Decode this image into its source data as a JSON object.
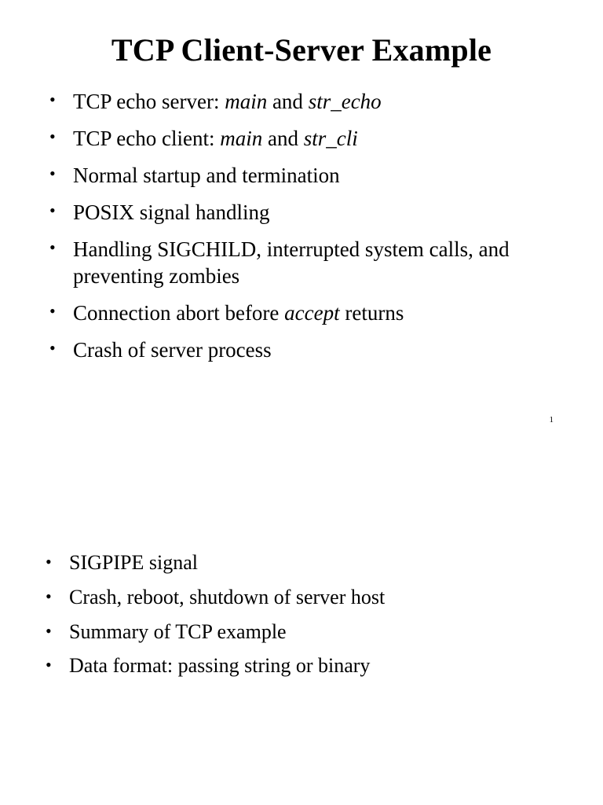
{
  "slide": {
    "title": "TCP Client-Server Example",
    "page_number": "1",
    "bullets_top": [
      {
        "segments": [
          {
            "text": "TCP echo server: ",
            "style": "normal"
          },
          {
            "text": "main",
            "style": "italic"
          },
          {
            "text": " and ",
            "style": "normal"
          },
          {
            "text": "str_echo",
            "style": "italic"
          }
        ]
      },
      {
        "segments": [
          {
            "text": "TCP echo client: ",
            "style": "normal"
          },
          {
            "text": "main",
            "style": "italic"
          },
          {
            "text": " and ",
            "style": "normal"
          },
          {
            "text": "str_cli",
            "style": "italic"
          }
        ]
      },
      {
        "segments": [
          {
            "text": "Normal startup and termination",
            "style": "normal"
          }
        ]
      },
      {
        "segments": [
          {
            "text": "POSIX signal handling",
            "style": "normal"
          }
        ]
      },
      {
        "segments": [
          {
            "text": "Handling SIGCHILD, interrupted system calls, and preventing zombies",
            "style": "normal"
          }
        ]
      },
      {
        "segments": [
          {
            "text": "Connection abort before ",
            "style": "normal"
          },
          {
            "text": "accept",
            "style": "italic"
          },
          {
            "text": " returns",
            "style": "normal"
          }
        ]
      },
      {
        "segments": [
          {
            "text": "Crash of server process",
            "style": "normal"
          }
        ]
      }
    ],
    "bullets_bottom": [
      {
        "segments": [
          {
            "text": "SIGPIPE signal",
            "style": "normal"
          }
        ]
      },
      {
        "segments": [
          {
            "text": "Crash, reboot, shutdown of server host",
            "style": "normal"
          }
        ]
      },
      {
        "segments": [
          {
            "text": "Summary of TCP example",
            "style": "normal"
          }
        ]
      },
      {
        "segments": [
          {
            "text": "Data format: passing string or binary",
            "style": "normal"
          }
        ]
      }
    ]
  }
}
